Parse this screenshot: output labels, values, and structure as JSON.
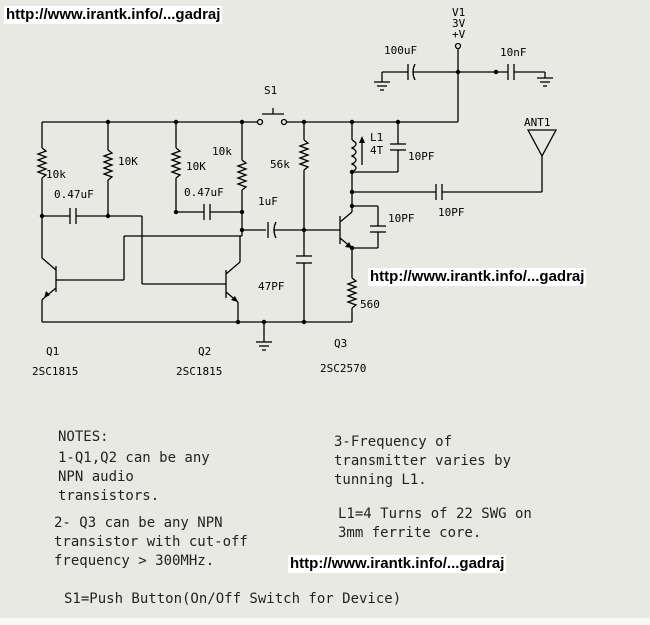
{
  "watermark": {
    "top_left": "http://www.irantk.info/...gadraj",
    "middle_right": "http://www.irantk.info/...gadraj",
    "lower": "http://www.irantk.info/...gadraj"
  },
  "labels": {
    "v1": "V1",
    "v1_voltage": "3V",
    "v1_plus": "+V",
    "c_100uF": "100uF",
    "c_10nF": "10nF",
    "s1": "S1",
    "l1": "L1",
    "l1_turns": "4T",
    "ant1": "ANT1",
    "c_10pf_tank": "10PF",
    "c_10pf_out": "10PF",
    "c_10pf_fb": "10PF",
    "r_10k_a": "10k",
    "r_10K_b": "10K",
    "r_10K_c": "10K",
    "r_10k_d": "10k",
    "c_047_a": "0.47uF",
    "c_047_b": "0.47uF",
    "c_1uF": "1uF",
    "r_56k": "56k",
    "c_47pf": "47PF",
    "r_560": "560",
    "q1": "Q1",
    "q1_part": "2SC1815",
    "q2": "Q2",
    "q2_part": "2SC1815",
    "q3": "Q3",
    "q3_part": "2SC2570"
  },
  "notes": {
    "heading": "NOTES:",
    "n1": "1-Q1,Q2 can be any\nNPN audio\ntransistors.",
    "n2": "2- Q3 can be any NPN\ntransistor with cut-off\nfrequency > 300MHz.",
    "n3": "3-Frequency of\ntransmitter varies by\ntunning L1.",
    "n4": "L1=4 Turns of 22 SWG on\n3mm ferrite core.",
    "n5": "S1=Push Button(On/Off Switch for Device)"
  }
}
